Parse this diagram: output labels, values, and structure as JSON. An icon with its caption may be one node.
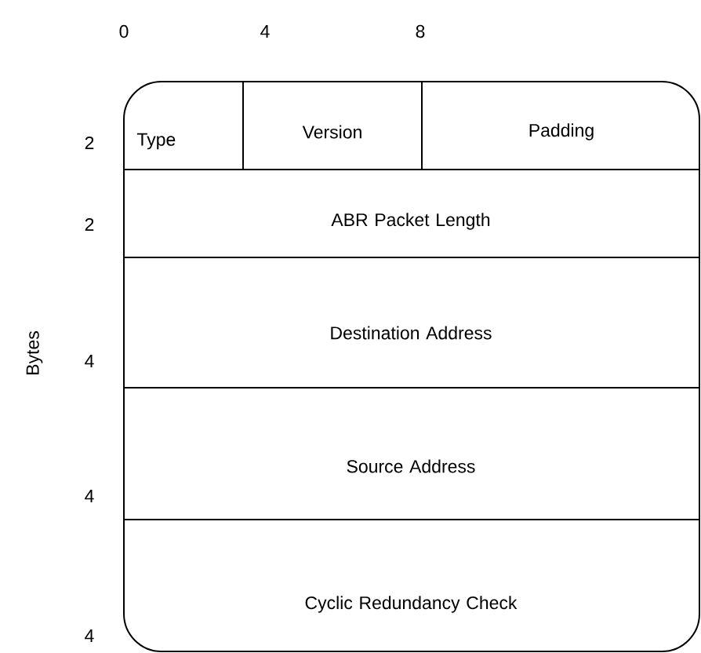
{
  "diagram": {
    "nodes": [
      {
        "text": [],
        "shape": "box"
      },
      {
        "text": [
          "Type"
        ],
        "in": 0
      },
      {
        "text": [
          "Version"
        ],
        "in": 0
      },
      {
        "text": [
          "Padding"
        ],
        "in": 0
      },
      {
        "text": [
          "ABR Packet Length"
        ],
        "in": 0
      },
      {
        "text": [
          "Destination Address"
        ],
        "in": 0
      },
      {
        "text": [
          "Source Address"
        ],
        "in": 0
      },
      {
        "text": [
          "Cyclic Redundancy Check"
        ],
        "in": 0
      }
    ],
    "labels": [
      "0",
      "4",
      "8",
      "2",
      "2",
      "Bytes",
      "4",
      "4",
      "4"
    ]
  }
}
